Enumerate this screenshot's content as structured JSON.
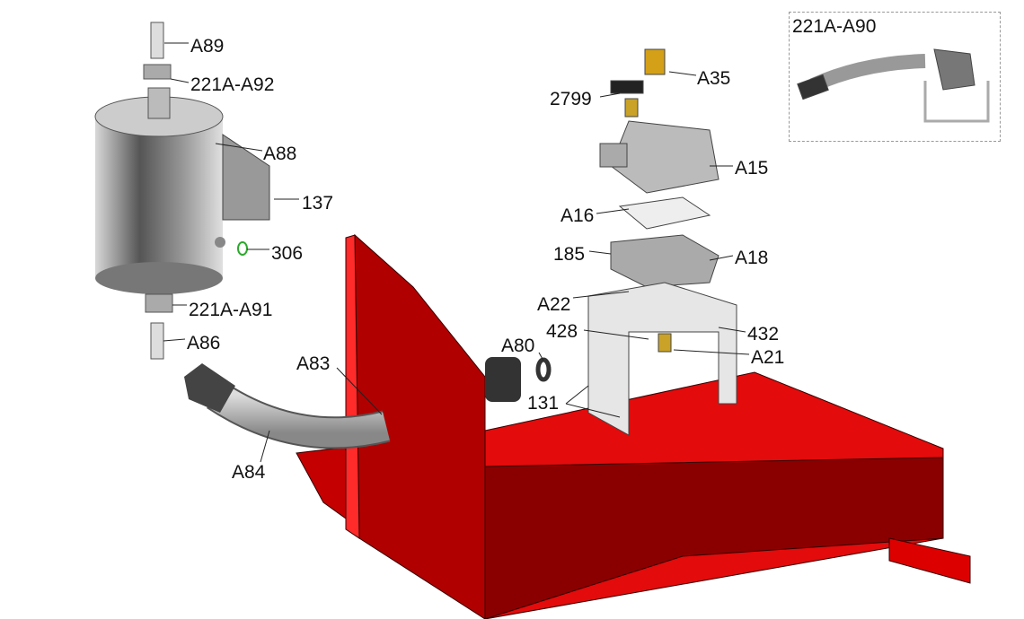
{
  "colors": {
    "frame_red": "#e30b0b",
    "frame_dark": "#7a0000",
    "metal": "#a9a9a9",
    "leader": "#222222",
    "oring": "#2ea82e"
  },
  "inset": {
    "title": "221A-A90"
  },
  "labels": {
    "a89": "A89",
    "a92": "221A-A92",
    "a88": "A88",
    "p137": "137",
    "p306": "306",
    "a91": "221A-A91",
    "a86": "A86",
    "a83": "A83",
    "a84": "A84",
    "a80": "A80",
    "p131": "131",
    "p428": "428",
    "a22": "A22",
    "p185": "185",
    "a16": "A16",
    "p2799": "2799",
    "a35": "A35",
    "a15": "A15",
    "a18": "A18",
    "p432": "432",
    "a21": "A21"
  }
}
